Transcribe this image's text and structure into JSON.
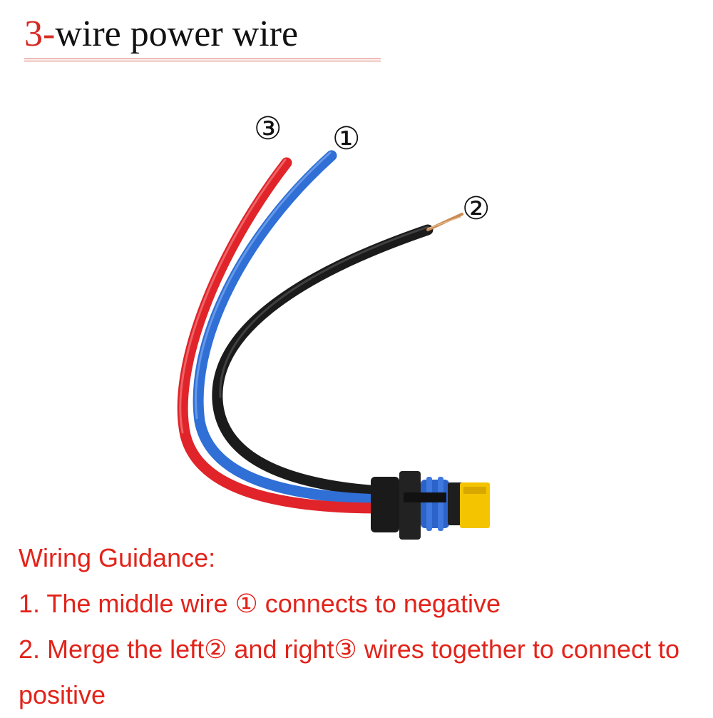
{
  "title": {
    "accent": "3-",
    "main": "wire power wire"
  },
  "markers": {
    "wire_red": "③",
    "wire_blue": "①",
    "wire_black": "②"
  },
  "guidance": {
    "heading": "Wiring Guidance:",
    "line1": "1. The middle wire ① connects to negative",
    "line2": "2. Merge the left② and right③ wires together to connect to",
    "line3": "positive"
  },
  "colors": {
    "accent": "#d62a24",
    "wire_red": "#e0242a",
    "wire_blue": "#2f6fd6",
    "wire_black": "#1b1b1b",
    "connector_yellow": "#f4c400"
  }
}
